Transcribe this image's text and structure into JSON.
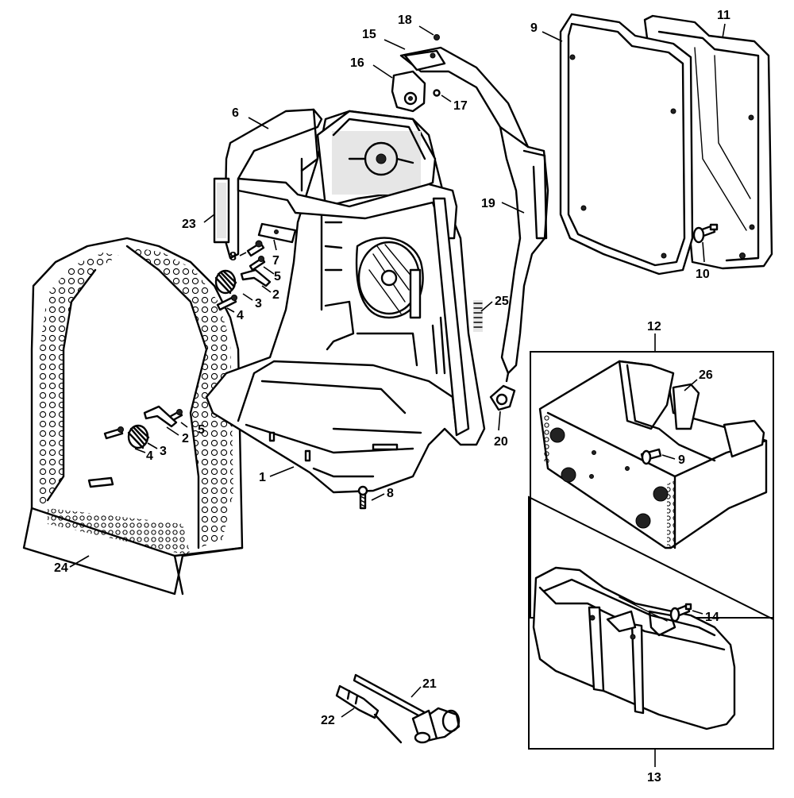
{
  "callouts": {
    "c1": "1",
    "c2a": "2",
    "c2b": "2",
    "c3a": "3",
    "c3b": "3",
    "c4a": "4",
    "c4b": "4",
    "c5a": "5",
    "c5b": "5",
    "c6": "6",
    "c7": "7",
    "c8a": "8",
    "c8b": "8",
    "c9a": "9",
    "c9b": "9",
    "c10": "10",
    "c11": "11",
    "c12": "12",
    "c13": "13",
    "c14": "14",
    "c15": "15",
    "c16": "16",
    "c17": "17",
    "c18": "18",
    "c19": "19",
    "c20": "20",
    "c21": "21",
    "c22": "22",
    "c23": "23",
    "c24": "24",
    "c25": "25",
    "c26": "26"
  }
}
